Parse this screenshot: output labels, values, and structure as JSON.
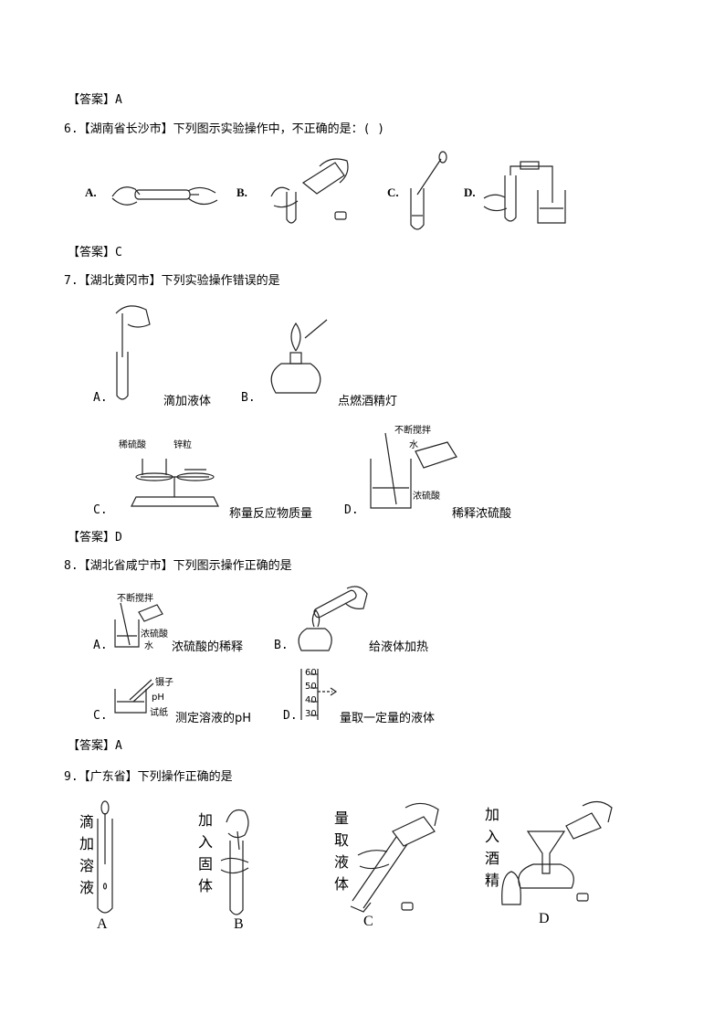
{
  "answer_5": "【答案】A",
  "q6": {
    "stem": "6.【湖南省长沙市】下列图示实验操作中，不正确的是：(    )",
    "options": [
      "A.",
      "B.",
      "C.",
      "D."
    ],
    "answer": "【答案】C"
  },
  "q7": {
    "stem": "7.【湖北黄冈市】下列实验操作错误的是",
    "options": [
      {
        "letter": "A.",
        "caption": "滴加液体"
      },
      {
        "letter": "B.",
        "caption": "点燃酒精灯"
      },
      {
        "letter": "C.",
        "caption": "称量反应物质量",
        "labels": [
          "稀硫酸",
          "锌粒"
        ]
      },
      {
        "letter": "D.",
        "caption": "稀释浓硫酸",
        "labels": [
          "不断搅拌",
          "水",
          "浓硫酸"
        ]
      }
    ],
    "answer": "【答案】D"
  },
  "q8": {
    "stem": "8.【湖北省咸宁市】下列图示操作正确的是",
    "options": [
      {
        "letter": "A.",
        "caption": "浓硫酸的稀释",
        "labels": [
          "不断搅拌",
          "浓硫酸",
          "水"
        ]
      },
      {
        "letter": "B.",
        "caption": "给液体加热"
      },
      {
        "letter": "C.",
        "caption": "测定溶液的pH",
        "labels": [
          "镊子",
          "pH",
          "试纸"
        ]
      },
      {
        "letter": "D.",
        "caption": "量取一定量的液体",
        "labels": [
          "60",
          "50",
          "40",
          "30"
        ]
      }
    ],
    "answer": "【答案】A"
  },
  "q9": {
    "stem": "9.【广东省】下列操作正确的是",
    "options": [
      {
        "letter": "A",
        "caption": [
          "滴",
          "加",
          "溶",
          "液"
        ]
      },
      {
        "letter": "B",
        "caption": [
          "加",
          "入",
          "固",
          "体"
        ]
      },
      {
        "letter": "C",
        "caption": [
          "量",
          "取",
          "液",
          "体"
        ]
      },
      {
        "letter": "D",
        "caption": [
          "加",
          "入",
          "酒",
          "精"
        ]
      }
    ]
  }
}
